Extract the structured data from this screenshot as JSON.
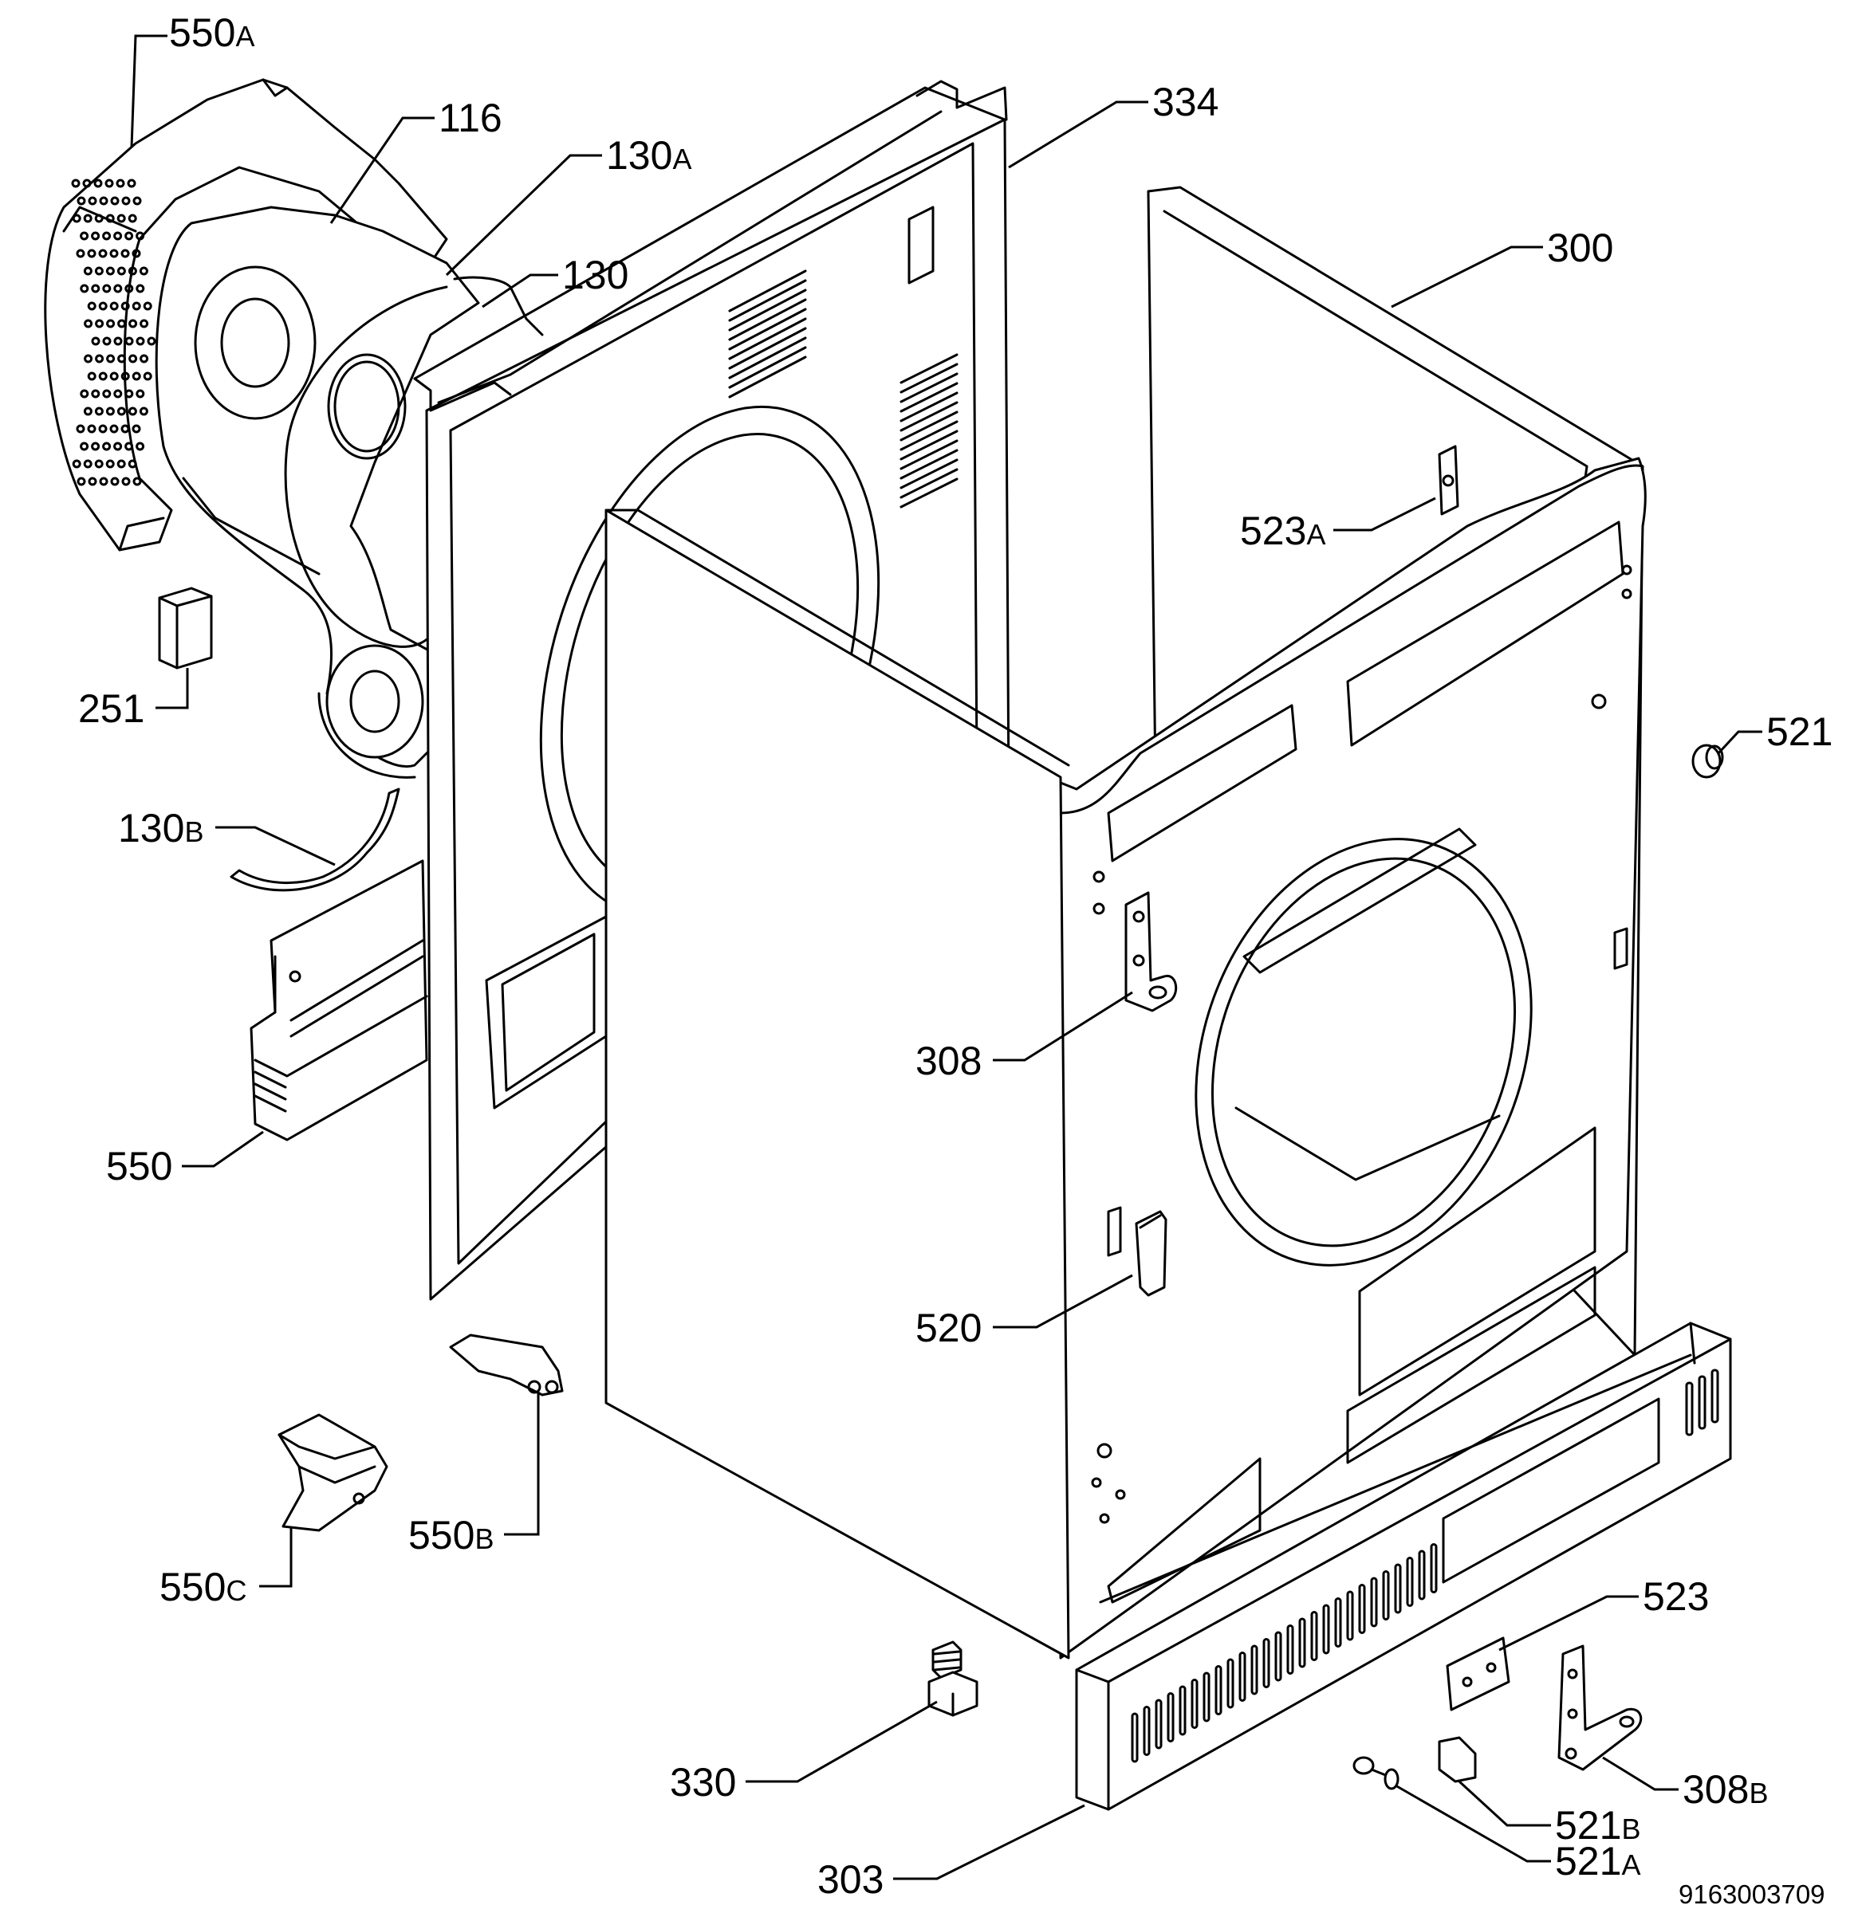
{
  "document_number": "9163003709",
  "callouts": [
    {
      "id": "550a",
      "number": "550",
      "suffix": "A"
    },
    {
      "id": "116",
      "number": "116",
      "suffix": ""
    },
    {
      "id": "130a",
      "number": "130",
      "suffix": "A"
    },
    {
      "id": "130",
      "number": "130",
      "suffix": ""
    },
    {
      "id": "334",
      "number": "334",
      "suffix": ""
    },
    {
      "id": "300",
      "number": "300",
      "suffix": ""
    },
    {
      "id": "523a",
      "number": "523",
      "suffix": "A"
    },
    {
      "id": "521",
      "number": "521",
      "suffix": ""
    },
    {
      "id": "251",
      "number": "251",
      "suffix": ""
    },
    {
      "id": "130b",
      "number": "130",
      "suffix": "B"
    },
    {
      "id": "308",
      "number": "308",
      "suffix": ""
    },
    {
      "id": "550",
      "number": "550",
      "suffix": ""
    },
    {
      "id": "520",
      "number": "520",
      "suffix": ""
    },
    {
      "id": "550b",
      "number": "550",
      "suffix": "B"
    },
    {
      "id": "550c",
      "number": "550",
      "suffix": "C"
    },
    {
      "id": "523",
      "number": "523",
      "suffix": ""
    },
    {
      "id": "330",
      "number": "330",
      "suffix": ""
    },
    {
      "id": "308b",
      "number": "308",
      "suffix": "B"
    },
    {
      "id": "521b",
      "number": "521",
      "suffix": "B"
    },
    {
      "id": "303",
      "number": "303",
      "suffix": ""
    },
    {
      "id": "521a",
      "number": "521",
      "suffix": "A"
    }
  ]
}
